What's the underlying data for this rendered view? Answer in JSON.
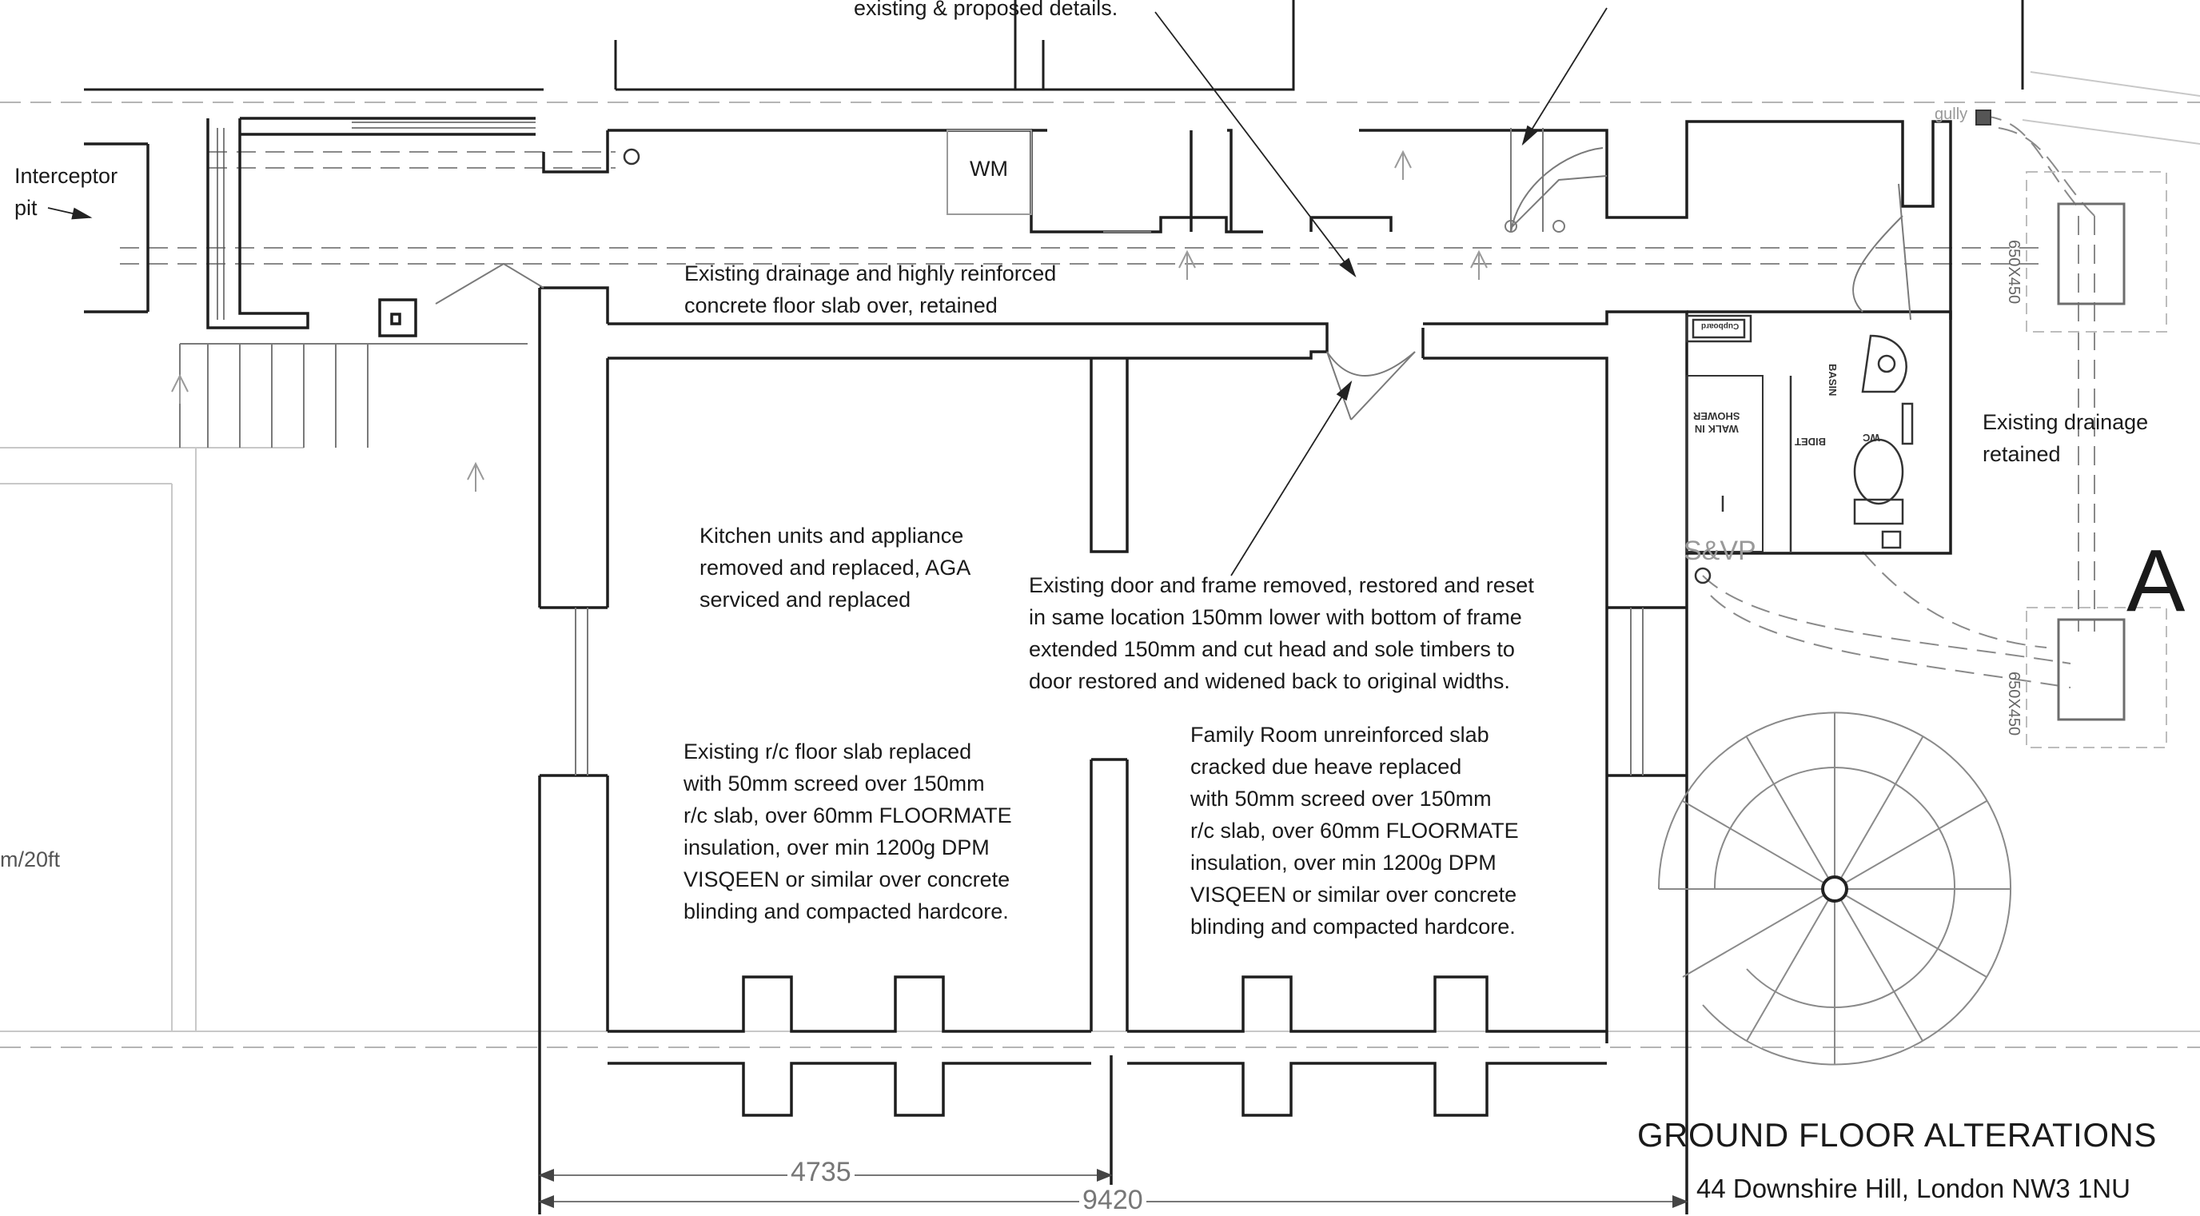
{
  "notes": {
    "top_partial": "existing & proposed details.",
    "interceptor": "Interceptor\npit",
    "drainage_slab": "Existing drainage and highly reinforced\nconcrete floor slab over, retained",
    "kitchen": "Kitchen units and appliance\nremoved and replaced, AGA\nserviced and replaced",
    "door": "Existing door and frame removed, restored and reset\nin same location 150mm lower with bottom of frame\nextended 150mm and cut head and sole timbers to\ndoor restored and widened back to original widths.",
    "rc_slab": "Existing r/c floor slab replaced\nwith 50mm screed over 150mm\nr/c slab, over 60mm FLOORMATE\ninsulation, over min 1200g DPM\nVISQEEN or similar over concrete\nblinding and compacted hardcore.",
    "family_room": "Family Room unreinforced slab\ncracked due heave replaced\nwith 50mm screed over 150mm\nr/c slab, over 60mm FLOORMATE\ninsulation, over min 1200g DPM\nVISQEEN or similar over concrete\nblinding and compacted hardcore.",
    "drainage_retained": "Existing drainage\nretained",
    "scale_partial": "m/20ft"
  },
  "labels": {
    "wm": "WM",
    "gully": "gully",
    "svp": "S&VP",
    "section_marker": "A",
    "mh_size_1": "650X450",
    "mh_size_2": "650X450"
  },
  "fixtures": {
    "cupboard": "Cupboard",
    "walk_in_shower": "WALK IN\nSHOWER",
    "bidet": "BIDET",
    "wc": "WC",
    "basin": "BASIN"
  },
  "dimensions": {
    "d1": "4735",
    "d2": "9420"
  },
  "title_block": {
    "title": "GROUND FLOOR ALTERATIONS",
    "address": "44 Downshire Hill, London NW3 1NU"
  }
}
